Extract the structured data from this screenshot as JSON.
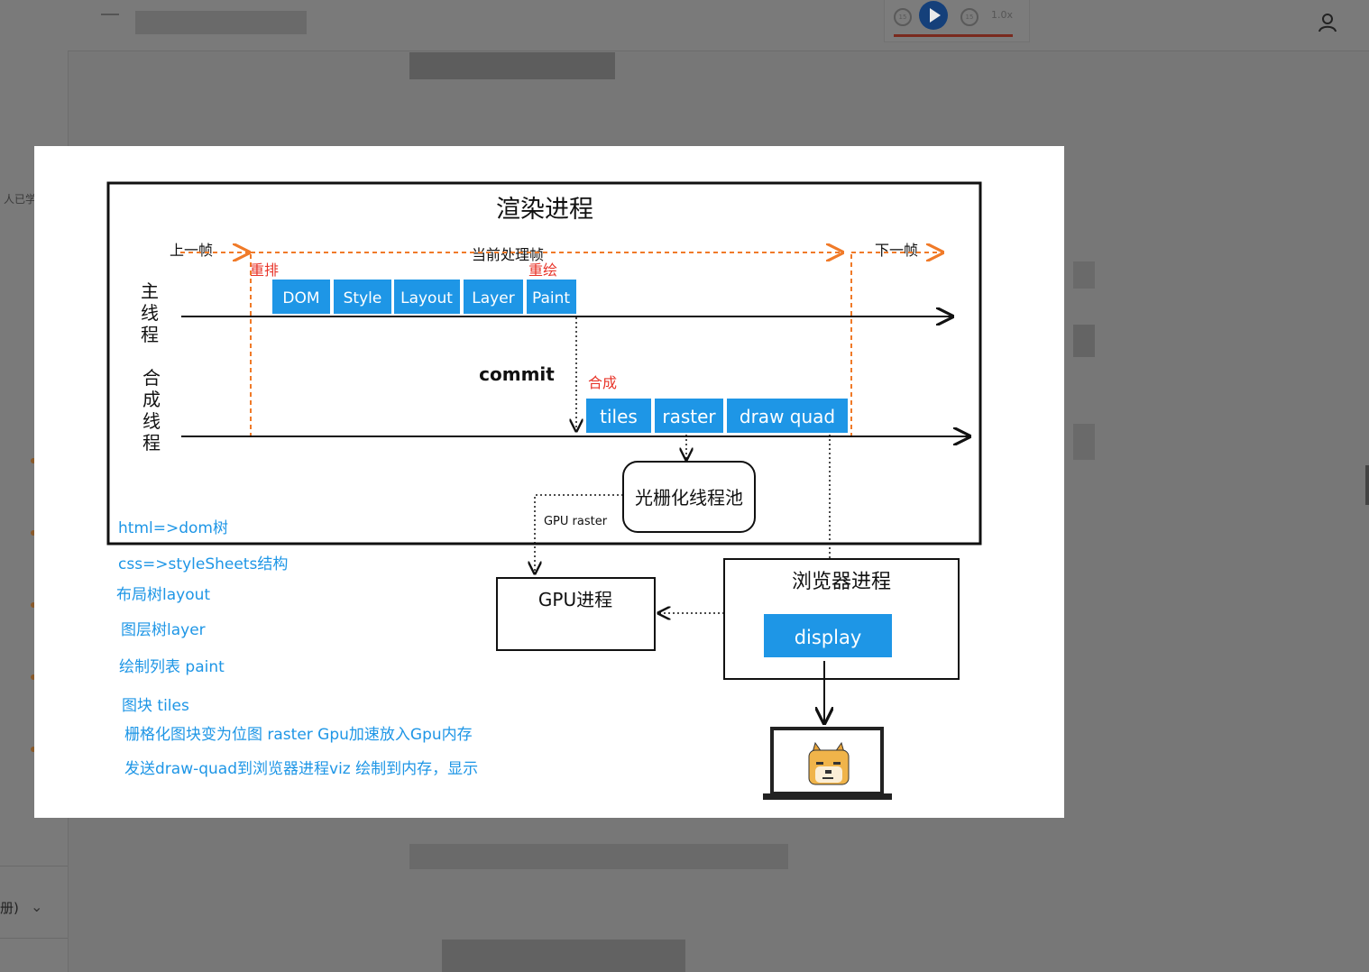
{
  "app": {
    "sidebar_text": "人已学",
    "sidebar_bottom_text": "册)",
    "player_speed": "1.0x",
    "rewind_label": "15",
    "forward_label": "15"
  },
  "diagram": {
    "title": "渲染进程",
    "prev_frame": "上一帧",
    "current_frame": "当前处理帧",
    "next_frame": "下一帧",
    "reflow": "重排",
    "repaint": "重绘",
    "composite": "合成",
    "main_thread": [
      "主",
      "线",
      "程"
    ],
    "compositor_thread": [
      "合",
      "成",
      "线",
      "程"
    ],
    "main_stages": [
      "DOM",
      "Style",
      "Layout",
      "Layer",
      "Paint"
    ],
    "commit": "commit",
    "compositor_stages": [
      "tiles",
      "raster",
      "draw quad"
    ],
    "raster_pool": "光栅化线程池",
    "gpu_raster": "GPU raster",
    "gpu_process": "GPU进程",
    "browser_process": "浏览器进程",
    "display": "display",
    "colors": {
      "stage_blue": "#1e96e6",
      "note_blue": "#1e96e6",
      "frame_orange": "#f07a28",
      "label_red": "#e8352a"
    }
  },
  "notes": [
    "html=>dom树",
    "css=>styleSheets结构",
    "布局树layout",
    "图层树layer",
    "绘制列表 paint",
    "图块 tiles",
    "栅格化图块变为位图 raster Gpu加速放入Gpu内存",
    "发送draw-quad到浏览器进程viz 绘制到内存，显示"
  ]
}
